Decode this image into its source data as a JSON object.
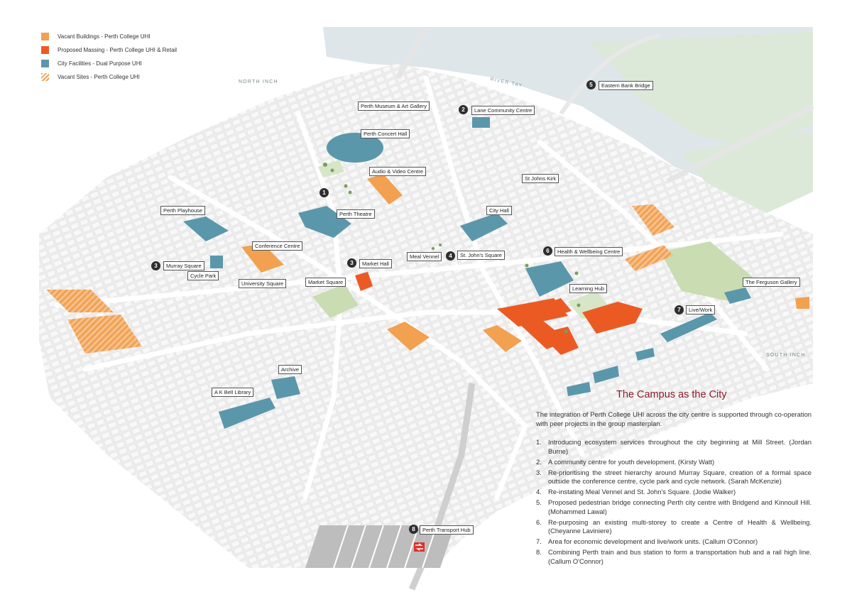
{
  "legend": [
    {
      "label": "Vacant Buildings - Perth College UHI",
      "color": "#f2a150",
      "pattern": "solid"
    },
    {
      "label": "Proposed Massing - Perth College UHI & Retail",
      "color": "#ec5a24",
      "pattern": "solid"
    },
    {
      "label": "City Facilities - Dual Purpose UHI",
      "color": "#5b97ab",
      "pattern": "solid"
    },
    {
      "label": "Vacant Sites - Perth College UHI",
      "color": "#f2a150",
      "pattern": "hatched"
    }
  ],
  "area_labels": {
    "north_inch": "NORTH INCH",
    "south_inch": "SOUTH INCH",
    "river_tay": "RIVER TAY"
  },
  "places": {
    "perth_museum": "Perth Museum & Art Gallery",
    "perth_concert_hall": "Perth Concert Hall",
    "lane_community_centre": "Lane Community Centre",
    "eastern_bank_bridge": "Eastern Bank Bridge",
    "audio_video_centre": "Audio & Video Centre",
    "st_johns_kirk": "St Johns Kirk",
    "perth_playhouse": "Perth Playhouse",
    "perth_theatre": "Perth Theatre",
    "city_hall": "City Hall",
    "conference_centre": "Conference Centre",
    "murray_square": "Murray Square",
    "cycle_park": "Cycle Park",
    "university_square": "University Square",
    "market_square": "Market Square",
    "market_hall": "Market Hall",
    "meal_vennel": "Meal Vennel",
    "st_johns_square": "St. John's Square",
    "health_wellbeing_centre": "Health & Wellbeing Centre",
    "learning_hub": "Learning Hub",
    "the_ferguson_gallery": "The Ferguson Gallery",
    "live_work": "Live/Work",
    "archive": "Archive",
    "ak_bell_library": "A K Bell Library",
    "perth_transport_hub": "Perth Transport Hub"
  },
  "markers": {
    "m1": "1",
    "m2": "2",
    "m3a": "3",
    "m3b": "3",
    "m4": "4",
    "m5": "5",
    "m6": "6",
    "m7": "7",
    "m8": "8"
  },
  "panel": {
    "title": "The Campus as the City",
    "intro": "The integration of Perth College UHI across the city centre is supported through co-operation with peer projects in the group masterplan.",
    "items": [
      {
        "num": "1.",
        "text": "Introducing ecosystem services throughout the city beginning at Mill Street. (Jordan Burne)"
      },
      {
        "num": "2.",
        "text": "A community centre for youth development. (Kirsty Watt)"
      },
      {
        "num": "3.",
        "text": "Re-prioritising the street hierarchy around Murray Square, creation of a formal space outside the conference centre, cycle park and cycle network.   (Sarah McKenzie)"
      },
      {
        "num": "4.",
        "text": "Re-instating Meal Vennel and St. John's Square. (Jodie Walker)"
      },
      {
        "num": "5.",
        "text": "Proposed pedestrian bridge connecting Perth city centre with Bridgend and Kinnoull Hill. (Mohammed Lawal)"
      },
      {
        "num": "6.",
        "text": "Re-purposing an existing multi-storey to create a Centre of Health & Wellbeing. (Cheyanne Laviniere)"
      },
      {
        "num": "7.",
        "text": "Area for economic development and live/work units. (Callum O'Connor)"
      },
      {
        "num": "8.",
        "text": "Combining Perth train and bus station to form a transportation hub and a rail high line. (Callum O'Connor)"
      }
    ]
  }
}
